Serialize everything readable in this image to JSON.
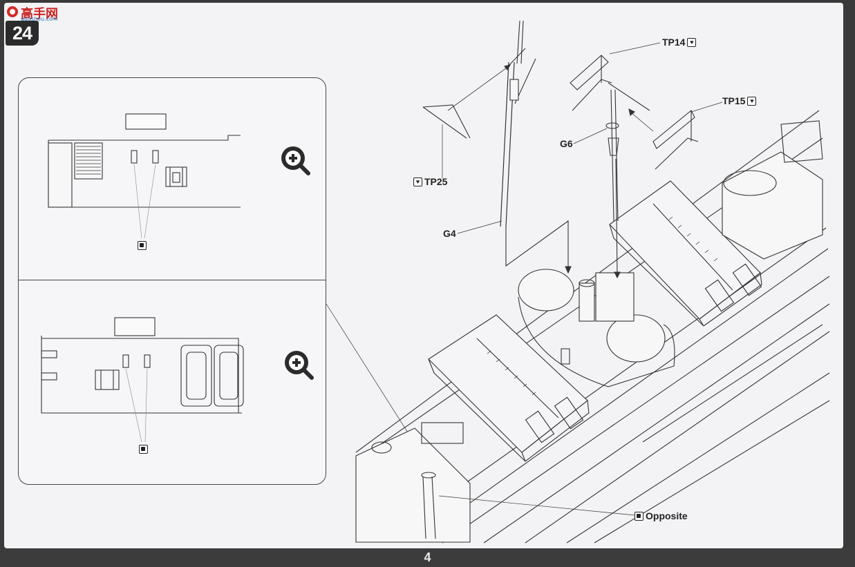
{
  "watermark": {
    "text": "高手网",
    "sub": "gaoshou.com"
  },
  "step": {
    "number": "24"
  },
  "page": {
    "number": "4"
  },
  "icons": {
    "zoom": "zoom-in-icon",
    "part": "part-symbol-icon",
    "photo_etch": "photo-etch-icon"
  },
  "callouts": {
    "tp14": "TP14",
    "tp15": "TP15",
    "tp25": "TP25",
    "g6": "G6",
    "g4": "G4",
    "opposite": "Opposite"
  },
  "colors": {
    "line": "#333333",
    "paper": "#f3f3f5",
    "dark": "#2b2b2b"
  }
}
